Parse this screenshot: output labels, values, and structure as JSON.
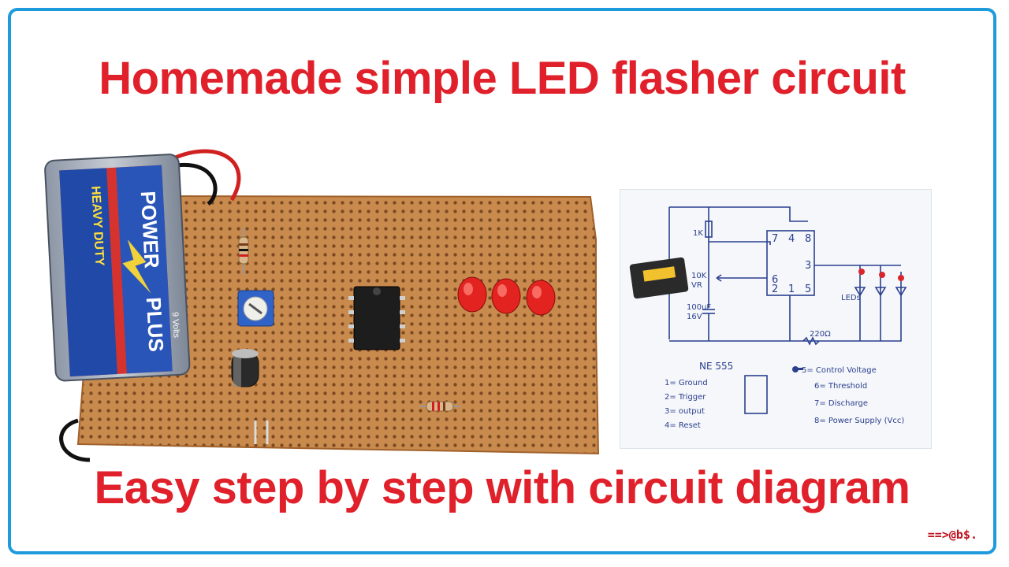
{
  "title": "Homemade simple LED flasher circuit",
  "subtitle": "Easy step by step with circuit diagram",
  "credit": "==>@b$.",
  "colors": {
    "title_red": "#e0202a",
    "frame_blue": "#1e9bdc",
    "pcb": "#c9874a",
    "ink": "#2b3f8f"
  },
  "battery": {
    "brand_top": "POWER",
    "brand_bottom": "PLUS",
    "side": "HEAVY DUTY",
    "volts": "9 Volts"
  },
  "diagram": {
    "pins": [
      "7",
      "4",
      "8",
      "3",
      "6",
      "2",
      "1",
      "5"
    ],
    "labels": {
      "r1": "1K",
      "vr": "10K\nVR",
      "cap": "100uF\n16V",
      "r2": "220Ω",
      "led": "LEDs",
      "ic": "NE 555"
    },
    "pinout_left": [
      "1= Ground",
      "2= Trigger",
      "3= output",
      "4= Reset"
    ],
    "pinout_right": [
      "5= Control Voltage",
      "6= Threshold",
      "7= Discharge",
      "8= Power Supply (Vcc)"
    ]
  }
}
